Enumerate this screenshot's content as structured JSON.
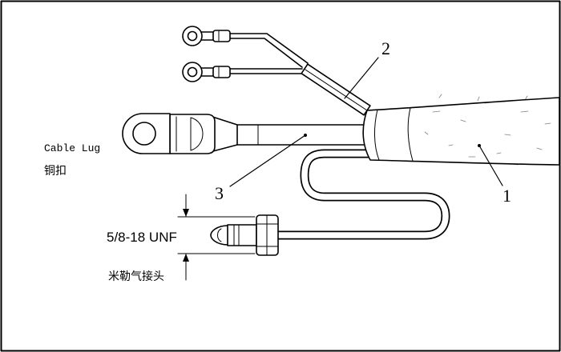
{
  "diagram": {
    "labels": {
      "cable_lug": "Cable Lug",
      "cable_lug_cn": "铜扣",
      "thread_spec": "5/8-18 UNF",
      "fitting_cn": "米勒气接头"
    },
    "callouts": {
      "part_1": "1",
      "part_2": "2",
      "part_3": "3"
    }
  },
  "colors": {
    "line": "#000000",
    "background": "#ffffff"
  }
}
